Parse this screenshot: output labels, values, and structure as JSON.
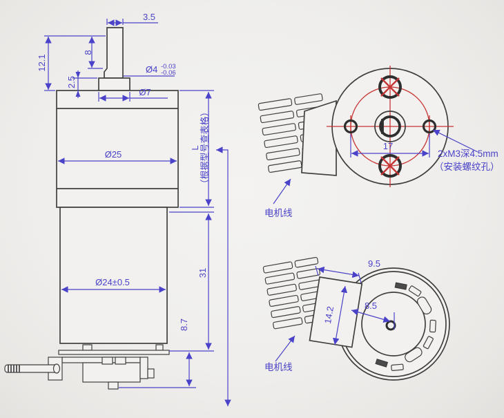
{
  "drawing": {
    "side": {
      "shaft_flat_width": "3.5",
      "shaft_length": "8",
      "shaft_total": "12.1",
      "boss_height": "2.5",
      "shaft_dia": "Ø4",
      "shaft_tol_upper": "-0.03",
      "shaft_tol_lower": "-0.06",
      "boss_dia": "Ø7",
      "gearbox_dia": "Ø25",
      "length_label": "L",
      "length_note": "（根据型号查表格）",
      "motor_dia": "Ø24±0.5",
      "motor_length": "31",
      "endcap_height": "8.7"
    },
    "front": {
      "hole_spacing": "17",
      "thread_note_line1": "2xM3深4.5mm",
      "thread_note_line2": "（安装螺纹孔）",
      "wire_label": "电机线"
    },
    "rear": {
      "connector_width": "9.5",
      "connector_height": "14.2",
      "center_offset": "8.5",
      "wire_label": "电机线"
    },
    "colors": {
      "outline": "#3f3f3f",
      "dimension": "#4a42c8",
      "centerline": "#c63434",
      "background": "#f0efed"
    }
  }
}
